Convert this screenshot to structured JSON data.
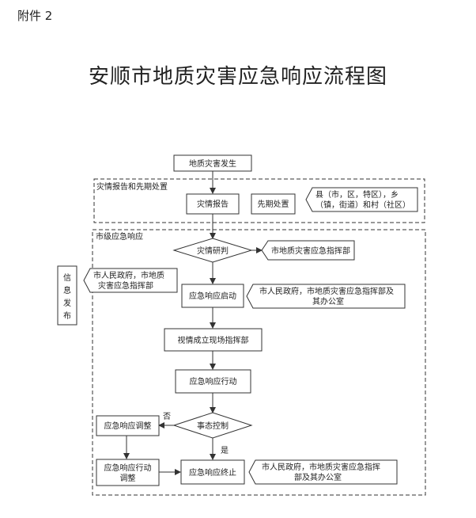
{
  "header": {
    "attachment": "附件 2",
    "title": "安顺市地质灾害应急响应流程图"
  },
  "sections": {
    "report": "灾情报告和先期处置",
    "city": "市级应急响应"
  },
  "nodes": {
    "start": "地质灾害发生",
    "report": "灾情报告",
    "early": "先期处置",
    "judge": "灾情研判",
    "launch": "应急响应启动",
    "field_hq": "视情成立现场指挥部",
    "action": "应急响应行动",
    "control": "事态控制",
    "adjust": "应急响应调整",
    "action_adjust": [
      "应急响应行动",
      "调整"
    ],
    "end": "应急响应终止",
    "info": [
      "信",
      "息",
      "发",
      "布"
    ]
  },
  "notes": {
    "county": [
      "县（市，区，特区），乡",
      "（镇，街道）和村（社区）"
    ],
    "hq": "市地质灾害应急指挥部",
    "gov_left": [
      "市人民政府，市地质",
      "灾害应急指挥部"
    ],
    "gov_launch": [
      "市人民政府，市地质灾害应急指挥部及",
      "其办公室"
    ],
    "gov_end": [
      "市人民政府，市地质灾害应急指挥",
      "部及其办公室"
    ]
  },
  "edge_labels": {
    "no": "否",
    "yes": "是"
  }
}
